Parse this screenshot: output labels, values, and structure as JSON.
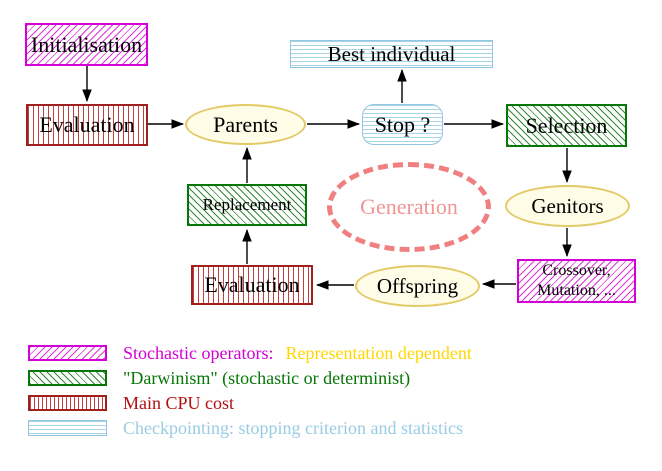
{
  "diagram": {
    "nodes": {
      "initialisation": {
        "label": "Initialisation"
      },
      "evaluation_top": {
        "label": "Evaluation"
      },
      "parents": {
        "label": "Parents"
      },
      "best_individual": {
        "label": "Best individual"
      },
      "stop": {
        "label": "Stop ?"
      },
      "selection": {
        "label": "Selection"
      },
      "genitors": {
        "label": "Genitors"
      },
      "crossover_mutation": {
        "line1": "Crossover,",
        "line2": "Mutation, ..."
      },
      "offspring": {
        "label": "Offspring"
      },
      "evaluation_bottom": {
        "label": "Evaluation"
      },
      "replacement": {
        "label": "Replacement"
      },
      "generation": {
        "label": "Generation"
      }
    },
    "colors": {
      "stochastic_magenta": "#d400d4",
      "darwinism_green": "#067606",
      "cpu_red": "#b01010",
      "checkpoint_blue": "#99cce4",
      "representation_gold": "#ffd700",
      "ellipse_yellow_border": "#e2ca66",
      "generation_coral": "#f08080",
      "arrow_black": "#000000"
    },
    "legend": [
      {
        "label": "Stochastic operators:",
        "label2": "Representation dependent"
      },
      {
        "label": "\"Darwinism\" (stochastic or determinist)"
      },
      {
        "label": "Main CPU cost"
      },
      {
        "label": "Checkpointing: stopping criterion and statistics"
      }
    ]
  }
}
